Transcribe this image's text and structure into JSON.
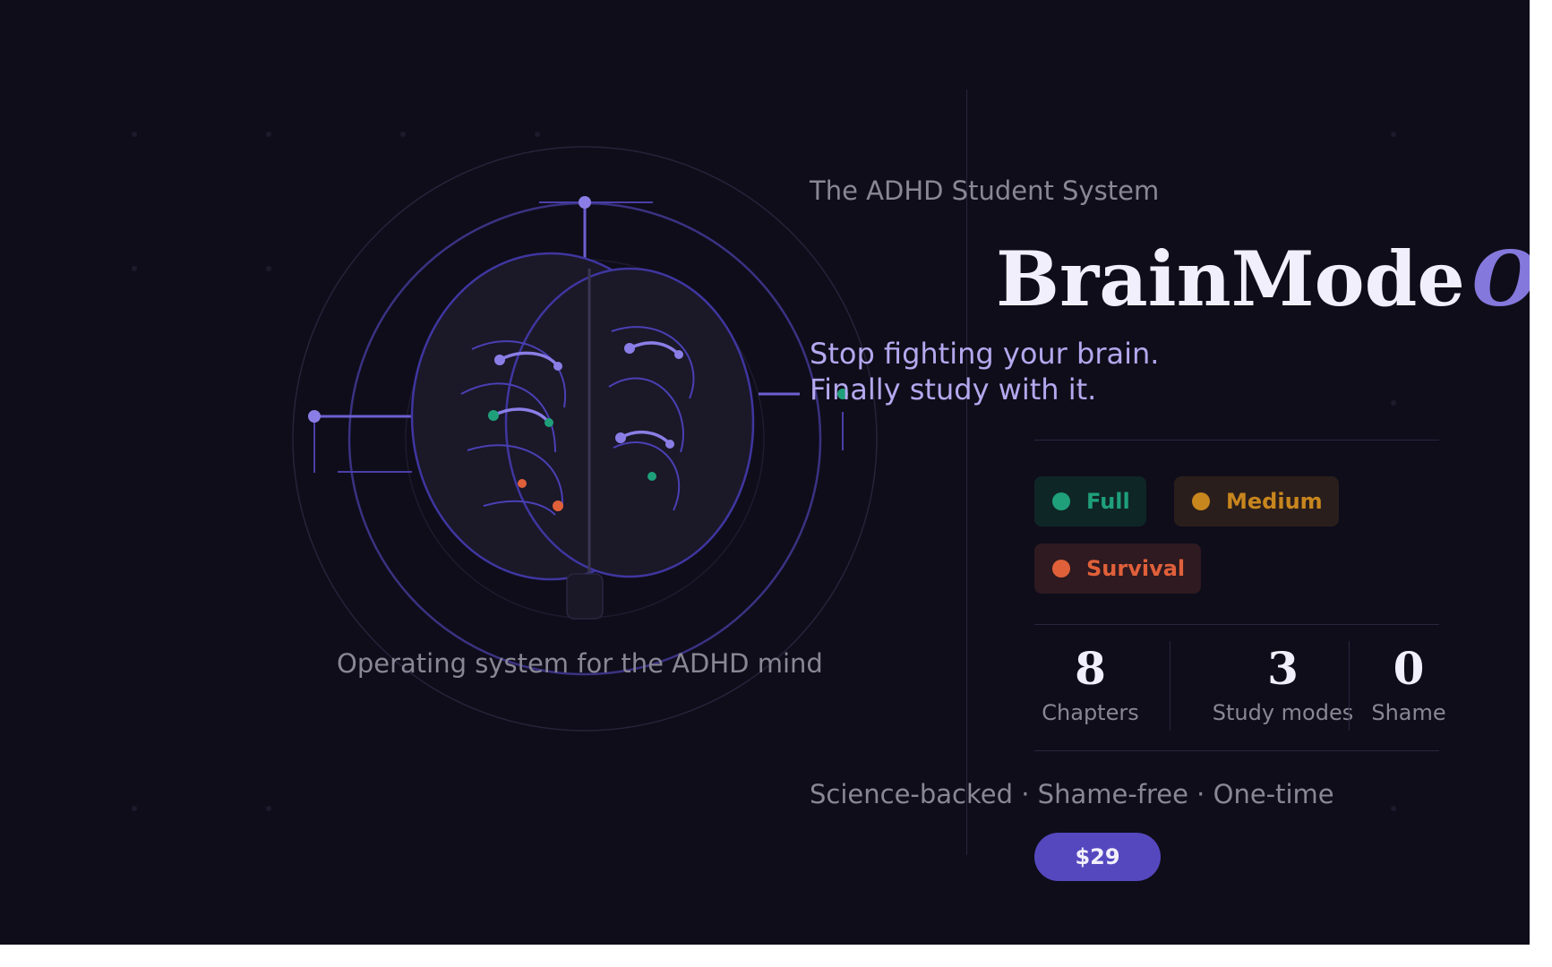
{
  "eyebrow": "The ADHD Student System",
  "brand": {
    "name": "BrainMode",
    "suffix": "OS"
  },
  "tagline": {
    "line1": "Stop fighting your brain.",
    "line2": "Finally study with it."
  },
  "caption": "Operating system for the ADHD mind",
  "modes": [
    {
      "label": "Full",
      "color": "#1fa07a",
      "bg": "#0f2626"
    },
    {
      "label": "Medium",
      "color": "#c8861e",
      "bg": "#2a1e1c"
    },
    {
      "label": "Survival",
      "color": "#e0603a",
      "bg": "#2e1a20"
    }
  ],
  "stats": [
    {
      "value": "8",
      "label": "Chapters"
    },
    {
      "value": "3",
      "label": "Study modes"
    },
    {
      "value": "0",
      "label": "Shame"
    }
  ],
  "features": "Science-backed · Shame-free · One-time",
  "price": "$29",
  "colors": {
    "background": "#0f0d1a",
    "accent": "#8478dc",
    "button": "#5548bf",
    "text": "#f1effb",
    "muted": "#8a8794"
  }
}
